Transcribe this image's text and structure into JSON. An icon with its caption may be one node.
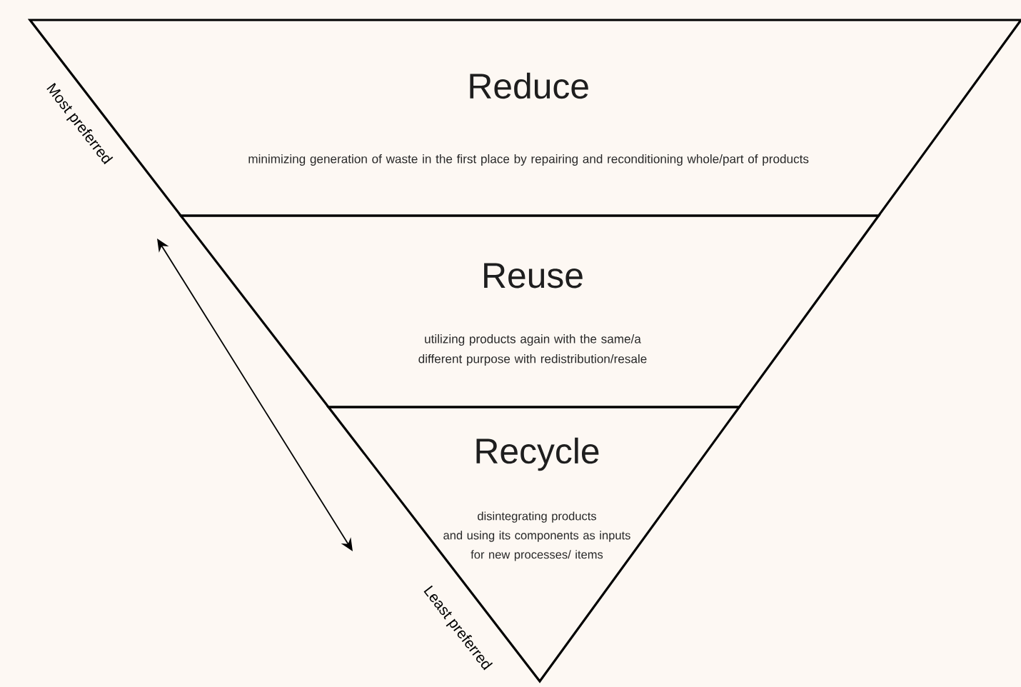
{
  "diagram": {
    "nodes": [
      {
        "text": [
          "Reduce",
          "minimizing generation of waste in the first place by repairing and reconditioning whole/part of products"
        ]
      },
      {
        "text": [
          "Reuse",
          "utilizing products again with the same/a different purpose with redistribution/resale"
        ]
      },
      {
        "text": [
          "Recycle",
          "disintegrating products and using its components as inputs for new processes/ items"
        ]
      }
    ],
    "labels": [
      "Most preferred",
      "Least preferred"
    ]
  }
}
